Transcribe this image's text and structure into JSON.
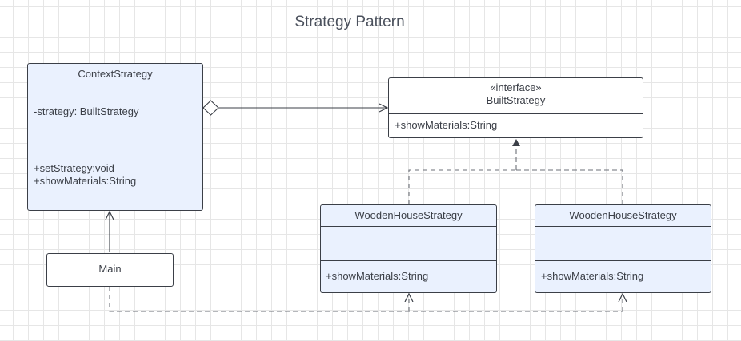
{
  "title": "Strategy Pattern",
  "context_class": {
    "name": "ContextStrategy",
    "attributes": [
      "-strategy: BuiltStrategy"
    ],
    "methods": [
      "+setStrategy:void",
      "+showMaterials:String"
    ]
  },
  "interface": {
    "stereotype": "«interface»",
    "name": "BuiltStrategy",
    "methods": [
      "+showMaterials:String"
    ]
  },
  "impl_left": {
    "name": "WoodenHouseStrategy",
    "methods": [
      "+showMaterials:String"
    ]
  },
  "impl_right": {
    "name": "WoodenHouseStrategy",
    "methods": [
      "+showMaterials:String"
    ]
  },
  "main": {
    "name": "Main"
  },
  "colors": {
    "class_fill": "#eaf1fe",
    "border": "#3b3f47",
    "grid": "#e6e6e6"
  }
}
